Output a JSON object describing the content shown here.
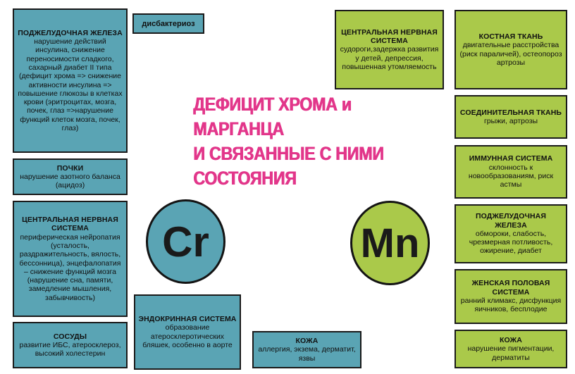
{
  "headline": {
    "text": "ДЕФИЦИТ ХРОМА и\nМАРГАНЦА\nИ СВЯЗАННЫЕ С НИМИ\nСОСТОЯНИЯ",
    "color": "#e2368a"
  },
  "elements": {
    "cr_symbol": "Cr",
    "mn_symbol": "Mn",
    "cr_color": "#5aa4b4",
    "mn_color": "#aac94a"
  },
  "chip": {
    "label": "дисбактериоз"
  },
  "left_column": [
    {
      "title": "ПОДЖЕЛУДОЧНАЯ ЖЕЛЕЗА",
      "body": "нарушение действий инсулина, снижение переносимости сладкого, сахарный диабет II типа (дефицит хрома  => снижение активности инсулина => повышение глюкозы в клетках крови (эритроцитах, мозга, почек, глаз =>нарушение функций клеток мозга, почек, глаз)"
    },
    {
      "title": "ПОЧКИ",
      "body": "нарушение азотного баланса (ацидоз)"
    },
    {
      "title": "ЦЕНТРАЛЬНАЯ НЕРВНАЯ СИСТЕМА",
      "body": "периферическая нейропатия (усталость, раздражительность, вялость, бессонница), энцефалопатия – снижение функций мозга (нарушение сна, памяти, замедление мышления, забывчивость)"
    },
    {
      "title": "СОСУДЫ",
      "body": "развитие ИБС, атеросклероз, высокий холестерин"
    }
  ],
  "bottom_middle": [
    {
      "title": "ЭНДОКРИННАЯ СИСТЕМА",
      "body": "образование атеросклеротических бляшек, особенно в аорте"
    },
    {
      "title": "КОЖА",
      "body": "аллергия, экзема, дерматит, язвы"
    }
  ],
  "top_center": {
    "title": "ЦЕНТРАЛЬНАЯ НЕРВНАЯ СИСТЕМА",
    "body": "судороги,задержка развития у детей, депрессия, повышенная утомляемость"
  },
  "right_column": [
    {
      "title": "КОСТНАЯ ТКАНЬ",
      "body": "двигательные расстройства (риск параличей), остеопороз артрозы"
    },
    {
      "title": "СОЕДИНИТЕЛЬНАЯ ТКАНЬ",
      "body": "грыжи, артрозы"
    },
    {
      "title": "ИММУННАЯ СИСТЕМА",
      "body": "склонность к новообразованиям, риск астмы"
    },
    {
      "title": "ПОДЖЕЛУДОЧНАЯ ЖЕЛЕЗА",
      "body": "обмороки, слабость, чрезмерная потливость, ожирение, диабет"
    },
    {
      "title": "ЖЕНСКАЯ ПОЛОВАЯ СИСТЕМА",
      "body": "ранний климакс, дисфункция яичников, бесплодие"
    },
    {
      "title": "КОЖА",
      "body": "нарушение пигментации, дерматиты"
    }
  ]
}
